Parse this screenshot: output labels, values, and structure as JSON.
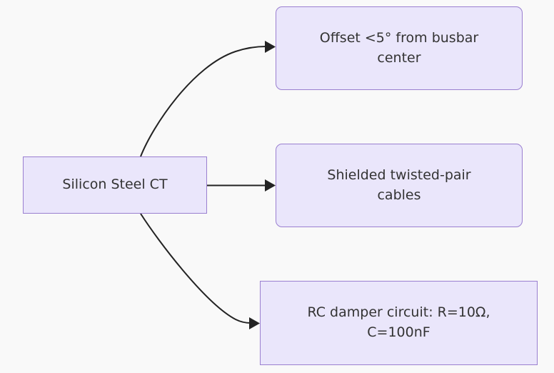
{
  "diagram": {
    "type": "flowchart",
    "direction": "left-to-right",
    "background_color": "#f9f9f9",
    "node_fill": "#eae6fb",
    "node_border": "#9a7fd0",
    "text_color": "#333333",
    "edge_color": "#232323",
    "nodes": [
      {
        "id": "source",
        "label": "Silicon Steel CT",
        "shape": "rectangle"
      },
      {
        "id": "offset",
        "label": "Offset <5° from busbar\ncenter",
        "shape": "rounded-rectangle"
      },
      {
        "id": "cables",
        "label": "Shielded twisted-pair\ncables",
        "shape": "rounded-rectangle"
      },
      {
        "id": "damper",
        "label": "RC damper circuit: R=10Ω,\nC=100nF",
        "shape": "rectangle"
      }
    ],
    "edges": [
      {
        "from": "source",
        "to": "offset",
        "style": "curved",
        "arrow": "triangle",
        "label": ""
      },
      {
        "from": "source",
        "to": "cables",
        "style": "straight",
        "arrow": "triangle",
        "label": ""
      },
      {
        "from": "source",
        "to": "damper",
        "style": "curved",
        "arrow": "triangle",
        "label": ""
      }
    ]
  }
}
